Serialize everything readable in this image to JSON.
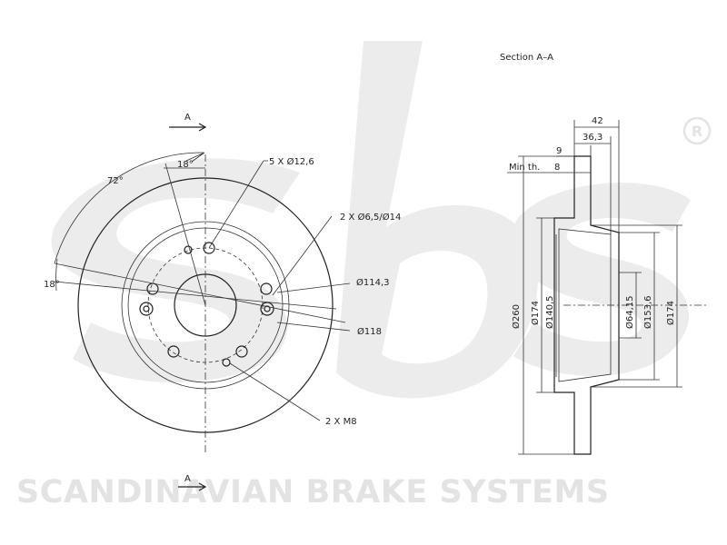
{
  "brand": {
    "name": "SCANDINAVIAN BRAKE SYSTEMS",
    "logo_text": "sbs",
    "registered_mark": "R"
  },
  "front_view": {
    "section_marker_top": "A",
    "section_marker_bottom": "A",
    "annotations": {
      "bolt_holes": "5 X Ø12,6",
      "centering_holes": "2 X Ø6,5/Ø14",
      "pcd": "Ø114,3",
      "centre_bore": "Ø118",
      "threaded_holes": "2 X M8",
      "angle_18_top": "18°",
      "angle_72": "72°",
      "angle_18_left": "18°"
    }
  },
  "section_view": {
    "title": "Section A–A",
    "dimensions": {
      "total_height": "42",
      "hat_height": "36,3",
      "thickness": "9",
      "min_thickness_label": "Min th.",
      "min_thickness": "8",
      "outer_diameter": "Ø260",
      "hat_outer_left": "Ø174",
      "hat_inner": "Ø140,5",
      "centre_bore": "Ø64,15",
      "hat_mid": "Ø153,6",
      "hat_outer_right": "Ø174"
    }
  }
}
